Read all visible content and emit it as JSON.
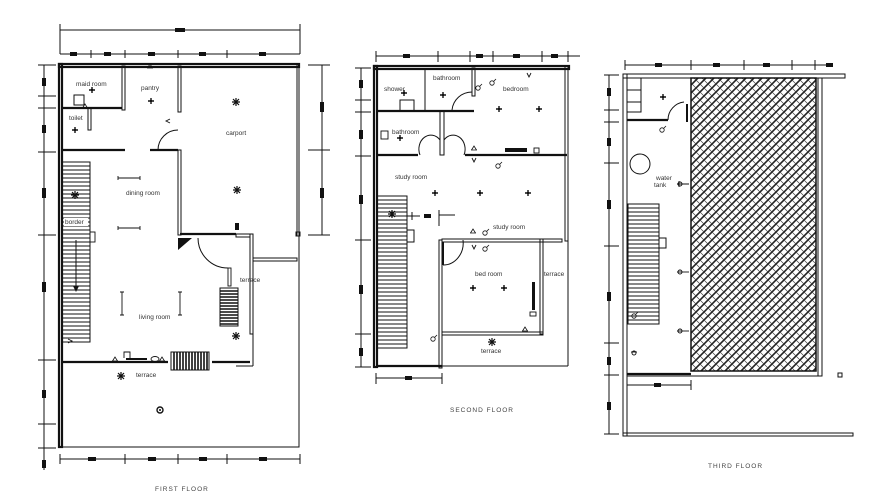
{
  "drawing": {
    "type": "architectural floor plan",
    "background": "#ffffff",
    "line_color": "#111111",
    "hatch_color": "#333333"
  },
  "plans": [
    {
      "id": "first-floor",
      "title": "FIRST FLOOR",
      "rooms": [
        {
          "label": "maid room"
        },
        {
          "label": "pantry"
        },
        {
          "label": "toilet"
        },
        {
          "label": "carport"
        },
        {
          "label": "dining room"
        },
        {
          "label": "border"
        },
        {
          "label": "terrace"
        },
        {
          "label": "living room"
        },
        {
          "label": "terrace",
          "position": "front"
        }
      ]
    },
    {
      "id": "second-floor",
      "title": "SECOND FLOOR",
      "rooms": [
        {
          "label": "shower"
        },
        {
          "label": "bathroom"
        },
        {
          "label": "bedroom"
        },
        {
          "label": "bathroom",
          "position": "lower"
        },
        {
          "label": "study room"
        },
        {
          "label": "study room",
          "position": "right"
        },
        {
          "label": "bed room"
        },
        {
          "label": "terrace"
        },
        {
          "label": "terrace",
          "position": "bottom"
        }
      ]
    },
    {
      "id": "third-floor",
      "title": "THIRD FLOOR",
      "rooms": [
        {
          "label": "water tank"
        }
      ],
      "hatched_area": "roof slab (cross-hatched)"
    }
  ],
  "labels": {
    "ff_maid": "maid room",
    "ff_pantry": "pantry",
    "ff_toilet": "toilet",
    "ff_carport": "carport",
    "ff_dining": "dining room",
    "ff_border": "border",
    "ff_terrace_side": "terrace",
    "ff_living": "living room",
    "ff_terrace_front": "terrace",
    "ff_title": "FIRST FLOOR",
    "sf_shower": "shower",
    "sf_bath1": "bathroom",
    "sf_bedroom": "bedroom",
    "sf_bath2": "bathroom",
    "sf_study1": "study room",
    "sf_study2": "study room",
    "sf_bed2": "bed room",
    "sf_terrace_side": "terrace",
    "sf_terrace_bottom": "terrace",
    "sf_title": "SECOND FLOOR",
    "tf_water1": "water",
    "tf_water2": "tank",
    "tf_title": "THIRD FLOOR"
  }
}
